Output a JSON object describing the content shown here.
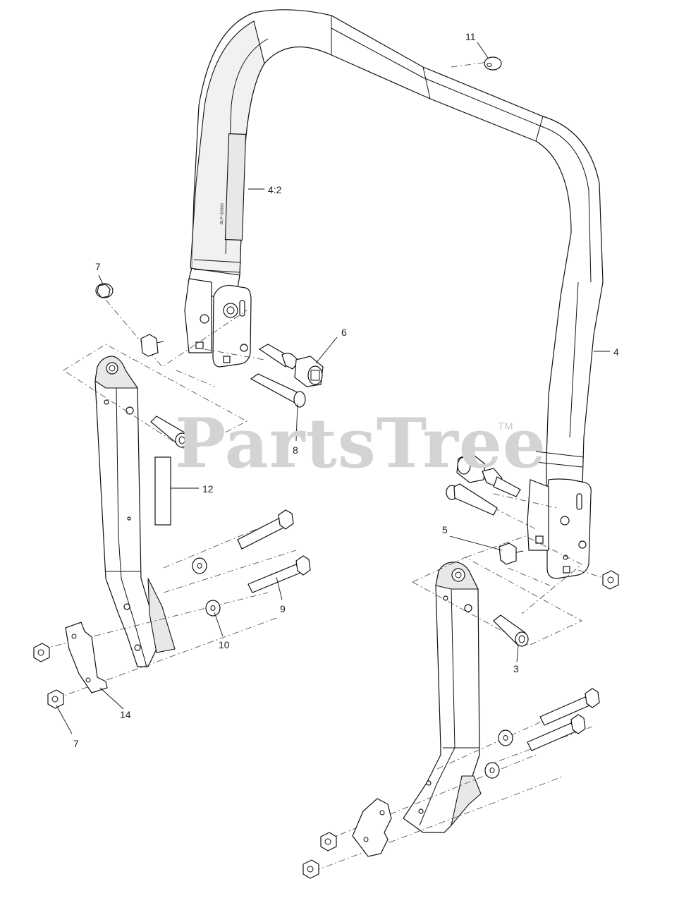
{
  "watermark": {
    "brand": "PartsTree",
    "trademark": "TM"
  },
  "decal_text": "BLP-30560",
  "callouts": {
    "c11": "11",
    "c4_2": "4:2",
    "c4": "4",
    "c7_top": "7",
    "c6": "6",
    "c8": "8",
    "c12": "12",
    "c5": "5",
    "c9": "9",
    "c10": "10",
    "c3": "3",
    "c14": "14",
    "c7_bottom": "7"
  }
}
